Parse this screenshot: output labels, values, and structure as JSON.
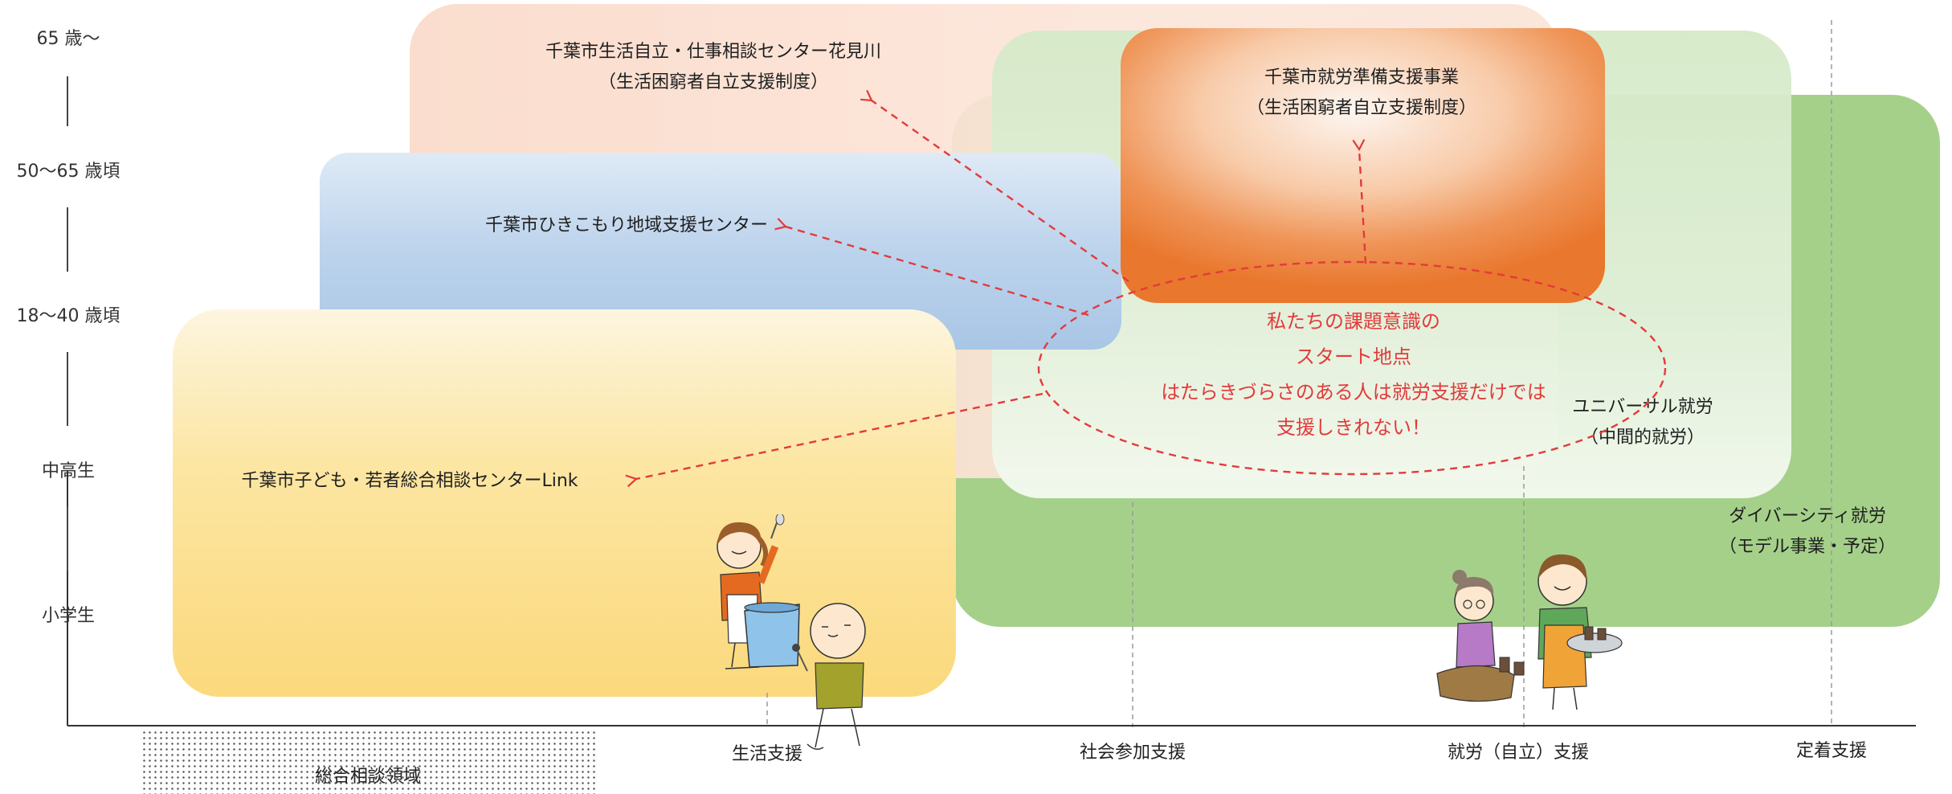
{
  "y_axis": {
    "labels": [
      "65 歳～",
      "50～65 歳頃",
      "18～40 歳頃",
      "中高生",
      "小学生"
    ]
  },
  "x_axis": {
    "labels": [
      "生活支援",
      "社会参加支援",
      "就労（自立）支援",
      "定着支援"
    ],
    "area_label": "総合相談領域"
  },
  "boxes": {
    "hanamigawa": {
      "line1": "千葉市生活自立・仕事相談センター花見川",
      "line2": "（生活困窮者自立支援制度）"
    },
    "shuro": {
      "line1": "千葉市就労準備支援事業",
      "line2": "（生活困窮者自立支援制度）"
    },
    "hikikomori": {
      "line1": "千葉市ひきこもり地域支援センター"
    },
    "link": {
      "line1": "千葉市子ども・若者総合相談センターLink"
    },
    "universal": {
      "line1": "ユニバーサル就労",
      "line2": "（中間的就労）"
    },
    "diversity": {
      "line1": "ダイバーシティ就労",
      "line2": "（モデル事業・予定）"
    }
  },
  "center": {
    "lines": [
      "私たちの課題意識の",
      "スタート地点",
      "はたらきづらさのある人は就労支援だけでは",
      "支援しきれない！"
    ]
  },
  "colors": {
    "accent_red": "#e23b3b",
    "hanamigawa": "#f7d3c0",
    "shuro": "#e9772d",
    "hikikomori": "#a9c6e6",
    "link": "#fbd97c",
    "universal": "#d4eac8",
    "diversity": "#a5d08a"
  },
  "illustrations": {
    "left": "people-cooking-illustration",
    "right": "people-serving-illustration"
  }
}
